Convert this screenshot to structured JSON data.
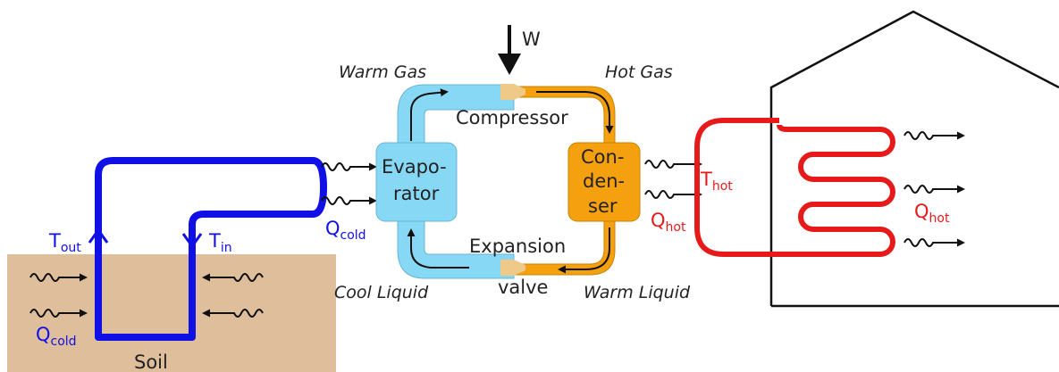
{
  "labels": {
    "work": "W",
    "compressor": "Compressor",
    "evaporator_1": "Evapo-",
    "evaporator_2": "rator",
    "condenser_1": "Con-",
    "condenser_2": "den-",
    "condenser_3": "ser",
    "expansion_1": "Expansion",
    "expansion_2": "valve",
    "soil": "Soil"
  },
  "states": {
    "warm_gas": "Warm Gas",
    "hot_gas": "Hot Gas",
    "cool_liquid": "Cool Liquid",
    "warm_liquid": "Warm Liquid"
  },
  "symbols": {
    "t_out": {
      "main": "T",
      "sub": "out"
    },
    "t_in": {
      "main": "T",
      "sub": "in"
    },
    "q_cold_evap": {
      "main": "Q",
      "sub": "cold"
    },
    "q_cold_soil": {
      "main": "Q",
      "sub": "cold"
    },
    "t_hot": {
      "main": "T",
      "sub": "hot"
    },
    "q_hot_cond": {
      "main": "Q",
      "sub": "hot"
    },
    "q_hot_house": {
      "main": "Q",
      "sub": "hot"
    }
  },
  "colors": {
    "ground_loop": "#0f0fe6",
    "heating_loop": "#e61a1a",
    "evaporator": "#87d8f5",
    "condenser": "#f5a00f",
    "soil": "#dfbe9c",
    "ink": "#111111"
  }
}
